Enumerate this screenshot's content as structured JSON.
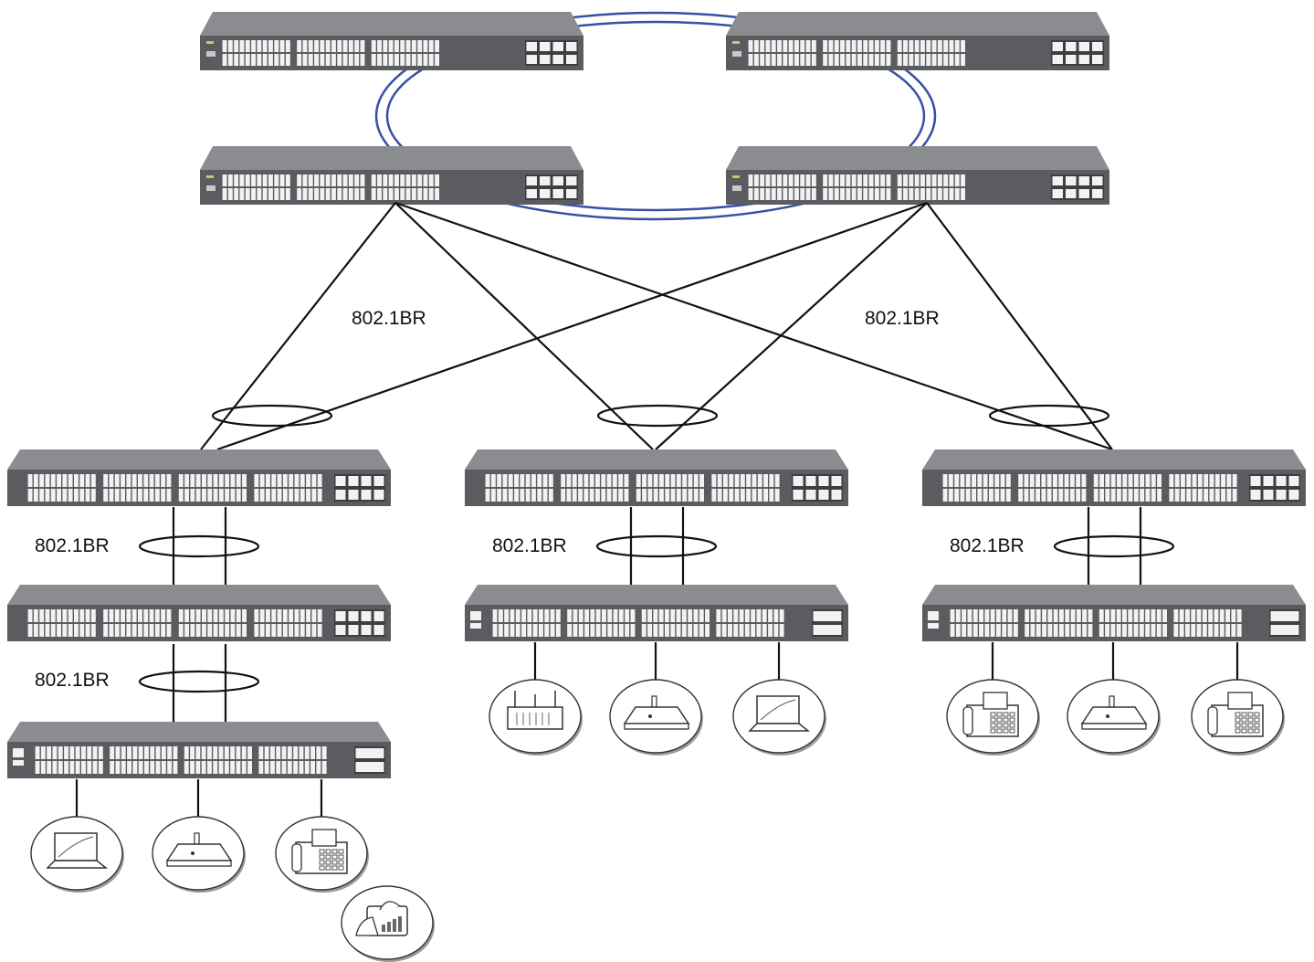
{
  "labels": {
    "upper_left": "802.1BR",
    "upper_right": "802.1BR",
    "left_stack_1": "802.1BR",
    "left_stack_2": "802.1BR",
    "middle_stack": "802.1BR",
    "right_stack": "802.1BR"
  },
  "colors": {
    "switch_body": "#5a5c60",
    "switch_top": "#8a8c90",
    "port": "#f2f2f2",
    "ring": "#3a4ea6",
    "link": "#111111"
  },
  "icons": {
    "left_endpoints": [
      "laptop-icon",
      "access-point-icon",
      "ip-phone-icon",
      "tablet-icon"
    ],
    "middle_endpoints": [
      "router-icon",
      "access-point-icon",
      "laptop-icon"
    ],
    "right_endpoints": [
      "ip-phone-icon",
      "access-point-icon",
      "ip-phone-icon"
    ]
  }
}
